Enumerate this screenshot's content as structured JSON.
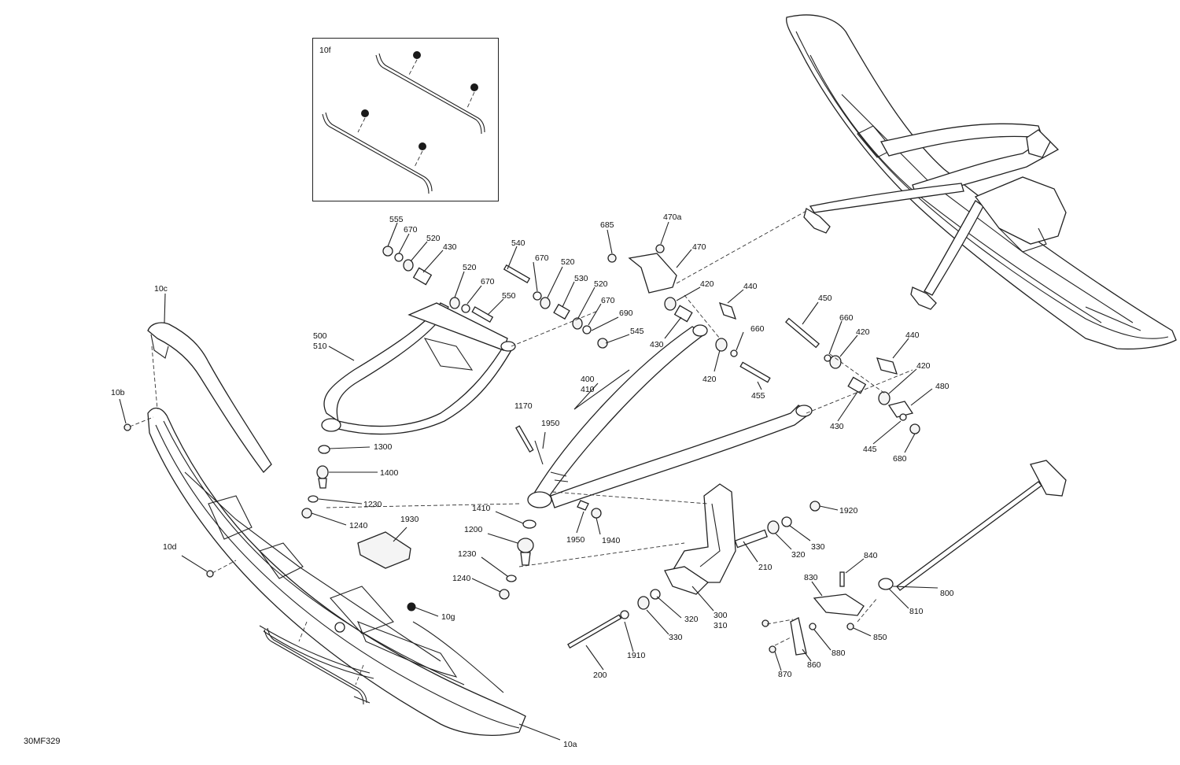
{
  "figure_id": "30MF329",
  "inset": {
    "label": "10f"
  },
  "labels": {
    "l10f": "10f",
    "l555": "555",
    "l670a": "670",
    "l520a": "520",
    "l430a": "430",
    "l520b": "520",
    "l670b": "670",
    "l550": "550",
    "l540": "540",
    "l670c": "670",
    "l520c": "520",
    "l530": "530",
    "l520d": "520",
    "l670d": "670",
    "l690": "690",
    "l545": "545",
    "l685": "685",
    "l470a": "470a",
    "l470": "470",
    "l420a": "420",
    "l440a": "440",
    "l430b": "430",
    "l660a": "660",
    "l420b": "420",
    "l455": "455",
    "l450": "450",
    "l660b": "660",
    "l420c": "420",
    "l440b": "440",
    "l420d": "420",
    "l480": "480",
    "l430c": "430",
    "l445": "445",
    "l680": "680",
    "l10c": "10c",
    "l500": "500",
    "l510": "510",
    "l10b": "10b",
    "l1300": "1300",
    "l1400": "1400",
    "l1230a": "1230",
    "l1240a": "1240",
    "l1930": "1930",
    "l10d": "10d",
    "l10g": "10g",
    "l10a": "10a",
    "l400": "400",
    "l410": "410",
    "l1170": "1170",
    "l1950a": "1950",
    "l1410": "1410",
    "l1200": "1200",
    "l1230b": "1230",
    "l1240b": "1240",
    "l1950b": "1950",
    "l1940": "1940",
    "l210": "210",
    "l320a": "320",
    "l330a": "330",
    "l1920": "1920",
    "l300": "300",
    "l310": "310",
    "l320b": "320",
    "l330b": "330",
    "l200": "200",
    "l1910": "1910",
    "l800": "800",
    "l840": "840",
    "l830": "830",
    "l810": "810",
    "l850": "850",
    "l880": "880",
    "l860": "860",
    "l870": "870"
  }
}
